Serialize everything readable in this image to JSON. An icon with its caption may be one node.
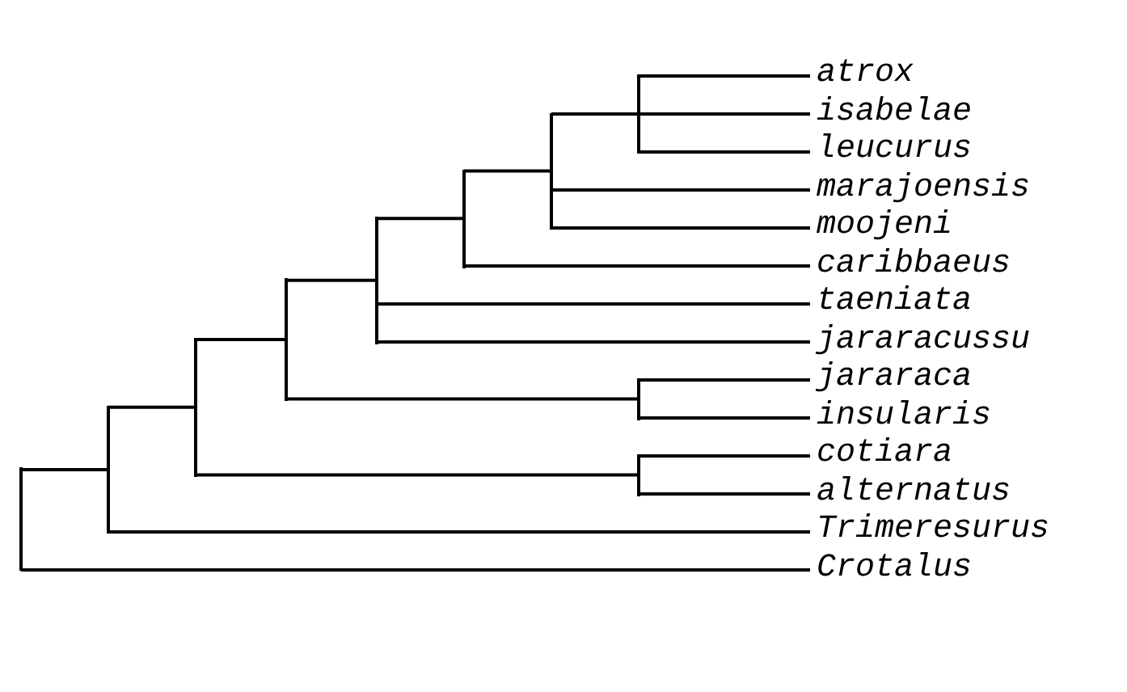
{
  "diagram": {
    "nodes": [
      {
        "text": [
          "atrox"
        ]
      },
      {
        "text": [
          "isabelae"
        ]
      },
      {
        "text": [
          "leucurus"
        ]
      },
      {
        "text": [
          "marajoensis"
        ]
      },
      {
        "text": [
          "moojeni"
        ]
      },
      {
        "text": [
          "caribbaeus"
        ]
      },
      {
        "text": [
          "taeniata"
        ]
      },
      {
        "text": [
          "jararacussu"
        ]
      },
      {
        "text": [
          "jararaca"
        ]
      },
      {
        "text": [
          "insularis"
        ]
      },
      {
        "text": [
          "cotiara"
        ]
      },
      {
        "text": [
          "alternatus"
        ]
      },
      {
        "text": [
          "Trimeresurus"
        ]
      },
      {
        "text": [
          "Crotalus"
        ]
      },
      {
        "text": [],
        "shape": "point"
      },
      {
        "text": [],
        "shape": "point"
      },
      {
        "text": [],
        "shape": "point"
      },
      {
        "text": [],
        "shape": "point"
      },
      {
        "text": [],
        "shape": "point"
      },
      {
        "text": [],
        "shape": "point"
      },
      {
        "text": [],
        "shape": "point"
      },
      {
        "text": [],
        "shape": "point"
      },
      {
        "text": [],
        "shape": "point"
      },
      {
        "text": [],
        "shape": "point"
      }
    ],
    "edges": [
      {
        "from": 14,
        "to": 15,
        "arrow": "none"
      },
      {
        "from": 14,
        "to": 13,
        "arrow": "none"
      },
      {
        "from": 15,
        "to": 16,
        "arrow": "none"
      },
      {
        "from": 15,
        "to": 12,
        "arrow": "none"
      },
      {
        "from": 16,
        "to": 17,
        "arrow": "none"
      },
      {
        "from": 16,
        "to": 23,
        "arrow": "none"
      },
      {
        "from": 17,
        "to": 18,
        "arrow": "none"
      },
      {
        "from": 17,
        "to": 22,
        "arrow": "none"
      },
      {
        "from": 18,
        "to": 19,
        "arrow": "none"
      },
      {
        "from": 18,
        "to": 6,
        "arrow": "none"
      },
      {
        "from": 18,
        "to": 7,
        "arrow": "none"
      },
      {
        "from": 19,
        "to": 20,
        "arrow": "none"
      },
      {
        "from": 19,
        "to": 5,
        "arrow": "none"
      },
      {
        "from": 20,
        "to": 21,
        "arrow": "none"
      },
      {
        "from": 20,
        "to": 3,
        "arrow": "none"
      },
      {
        "from": 20,
        "to": 4,
        "arrow": "none"
      },
      {
        "from": 21,
        "to": 0,
        "arrow": "none"
      },
      {
        "from": 21,
        "to": 1,
        "arrow": "none"
      },
      {
        "from": 21,
        "to": 2,
        "arrow": "none"
      },
      {
        "from": 22,
        "to": 8,
        "arrow": "none"
      },
      {
        "from": 22,
        "to": 9,
        "arrow": "none"
      },
      {
        "from": 23,
        "to": 10,
        "arrow": "none"
      },
      {
        "from": 23,
        "to": 11,
        "arrow": "none"
      }
    ]
  }
}
